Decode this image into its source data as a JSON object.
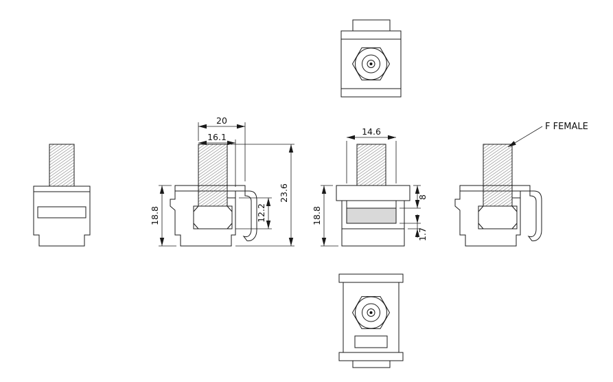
{
  "drawing": {
    "connector_label": "F FEMALE",
    "colors": {
      "line": "#1a1a1a",
      "band_fill": "#d9d9d9",
      "background": "#ffffff"
    },
    "dims": {
      "side_overall_depth": "20",
      "side_inner_depth": "16.1",
      "side_body_height": "18.8",
      "side_connector_length": "23.6",
      "side_inner_length": "12.2",
      "front_nose_width": "14.6",
      "front_body_height": "18.8",
      "front_flange_depth": "8",
      "front_lip_thickness": "1.7"
    }
  }
}
